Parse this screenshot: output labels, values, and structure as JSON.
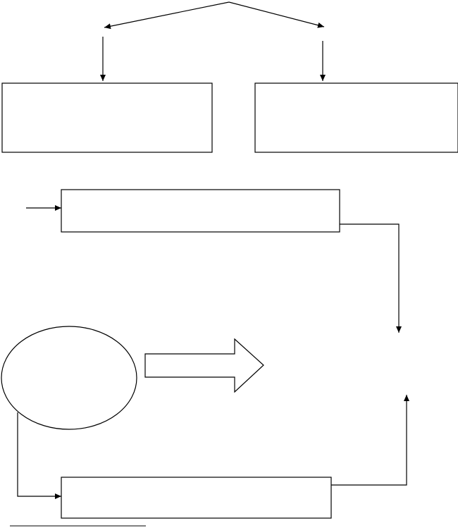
{
  "diagram": {
    "title": "",
    "stroke_color": "#000000",
    "fill_color": "#ffffff",
    "nodes": [
      {
        "id": "box-top-left",
        "shape": "rectangle",
        "label": ""
      },
      {
        "id": "box-top-right",
        "shape": "rectangle",
        "label": ""
      },
      {
        "id": "box-middle",
        "shape": "rectangle",
        "label": ""
      },
      {
        "id": "ellipse-left",
        "shape": "ellipse",
        "label": ""
      },
      {
        "id": "block-arrow",
        "shape": "block-arrow-right",
        "label": ""
      },
      {
        "id": "box-bottom",
        "shape": "rectangle",
        "label": ""
      }
    ],
    "connectors": [
      {
        "from": "top-apex",
        "to": "left-branch"
      },
      {
        "from": "top-apex",
        "to": "right-branch"
      },
      {
        "from": "left-branch",
        "to": "box-top-left"
      },
      {
        "from": "right-branch",
        "to": "box-top-right"
      },
      {
        "from": "left-stub",
        "to": "box-middle"
      },
      {
        "from": "box-middle",
        "to": "right-target"
      },
      {
        "from": "ellipse-left",
        "to": "box-bottom"
      },
      {
        "from": "box-bottom",
        "to": "right-target"
      }
    ]
  }
}
